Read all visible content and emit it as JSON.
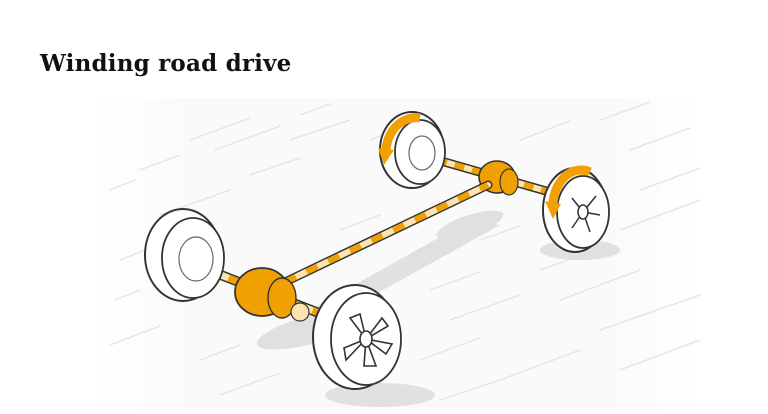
{
  "page": {
    "title": "Winding road drive"
  },
  "diagram": {
    "subject": "awd-drivetrain",
    "components": [
      "front-left-wheel",
      "front-right-wheel",
      "rear-left-wheel",
      "rear-right-wheel",
      "front-differential",
      "rear-differential",
      "drive-shaft",
      "front-axle",
      "rear-axle"
    ],
    "rotation_arrows": [
      "rear-left-wheel",
      "rear-right-wheel"
    ]
  },
  "colors": {
    "accent": "#f0a000",
    "accent_light": "#fde3b0",
    "outline": "#333333",
    "road_lines": "#e6e6e6"
  }
}
